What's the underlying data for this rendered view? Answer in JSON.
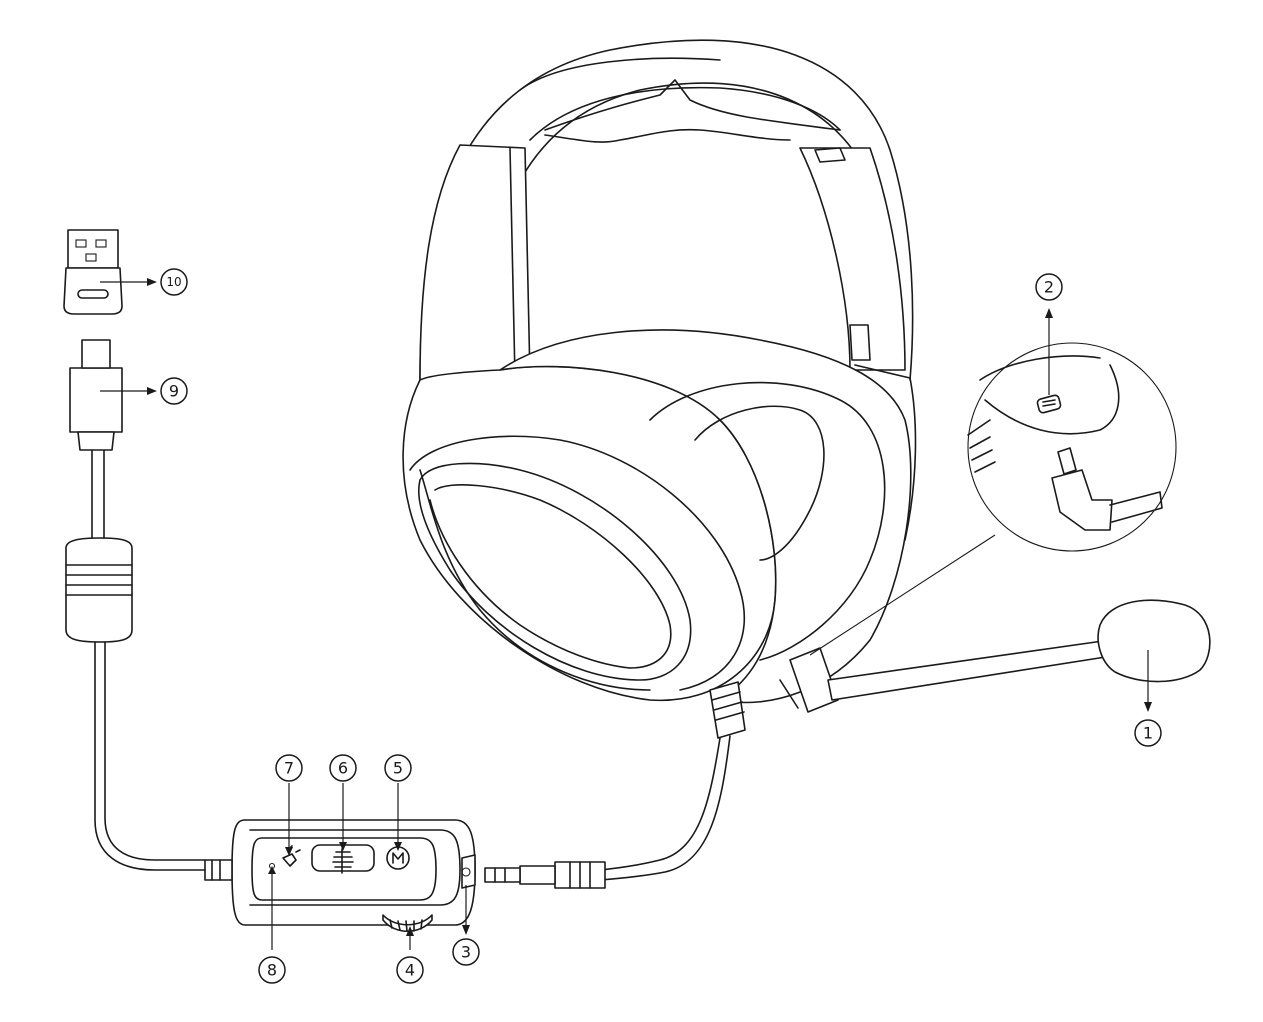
{
  "callouts": [
    {
      "id": "1",
      "label": "1"
    },
    {
      "id": "2",
      "label": "2"
    },
    {
      "id": "3",
      "label": "3"
    },
    {
      "id": "4",
      "label": "4"
    },
    {
      "id": "5",
      "label": "5"
    },
    {
      "id": "6",
      "label": "6"
    },
    {
      "id": "7",
      "label": "7"
    },
    {
      "id": "8",
      "label": "8"
    },
    {
      "id": "9",
      "label": "9"
    },
    {
      "id": "10",
      "label": "10"
    }
  ],
  "style": {
    "line_color": "#1a1a1a",
    "background": "#ffffff"
  }
}
